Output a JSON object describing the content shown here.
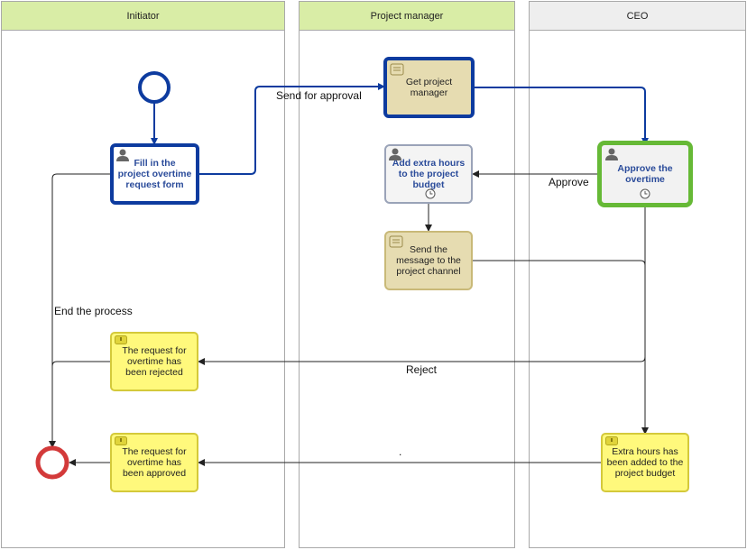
{
  "lanes": [
    {
      "title": "Initiator",
      "color": "#d9eda6"
    },
    {
      "title": "Project manager",
      "color": "#d9eda6"
    },
    {
      "title": "CEO",
      "color": "#eeeeee"
    }
  ],
  "tasks": {
    "fill_form": "Fill in the project overtime request form",
    "get_pm": "Get project manager",
    "add_hours": "Add extra hours to the project budget",
    "send_message": "Send the message to the project channel",
    "approve": "Approve the overtime",
    "rejected": "The request for overtime has been rejected",
    "approved": "The request for overtime has been approved",
    "hours_added": "Extra hours has been added to the project budget"
  },
  "flow_labels": {
    "send_for_approval": "Send for approval",
    "approve": "Approve",
    "end_process": "End the process",
    "reject": "Reject",
    "dot": "."
  },
  "colors": {
    "active_flow": "#0d3b9f",
    "start_event": "#0d3b9f",
    "end_event": "#d33a3a",
    "approve_border": "#66b936",
    "notification_fill": "#fff97c"
  }
}
